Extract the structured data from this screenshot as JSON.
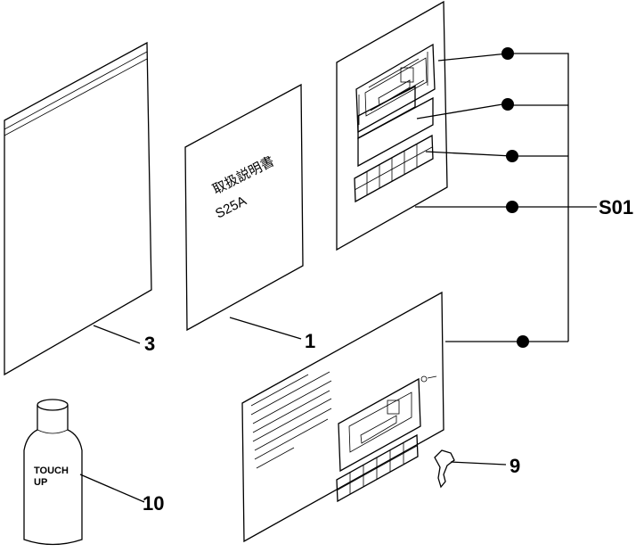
{
  "labels": {
    "binder": "3",
    "manual": "1",
    "decal_set": "S01",
    "touch_up": "10",
    "key": "9"
  },
  "manual_cover": {
    "title": "取扱説明書",
    "model": "S25A"
  },
  "touch_up_bottle": {
    "line1": "TOUCH",
    "line2": "UP"
  }
}
